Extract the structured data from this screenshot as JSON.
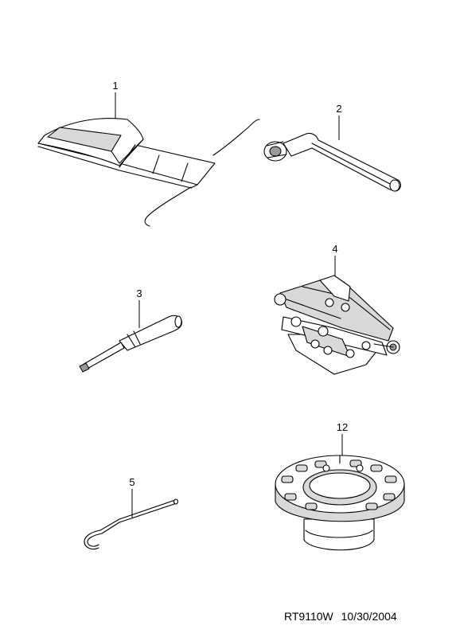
{
  "parts": [
    {
      "callout": "1",
      "icon": "tool-bag-icon"
    },
    {
      "callout": "2",
      "icon": "wheel-wrench-icon"
    },
    {
      "callout": "3",
      "icon": "screwdriver-icon"
    },
    {
      "callout": "4",
      "icon": "scissor-jack-icon"
    },
    {
      "callout": "5",
      "icon": "hook-rod-icon"
    },
    {
      "callout": "12",
      "icon": "spare-tire-holder-icon"
    }
  ],
  "footer": {
    "drawing_code": "RT9110W",
    "date": "10/30/2004"
  }
}
